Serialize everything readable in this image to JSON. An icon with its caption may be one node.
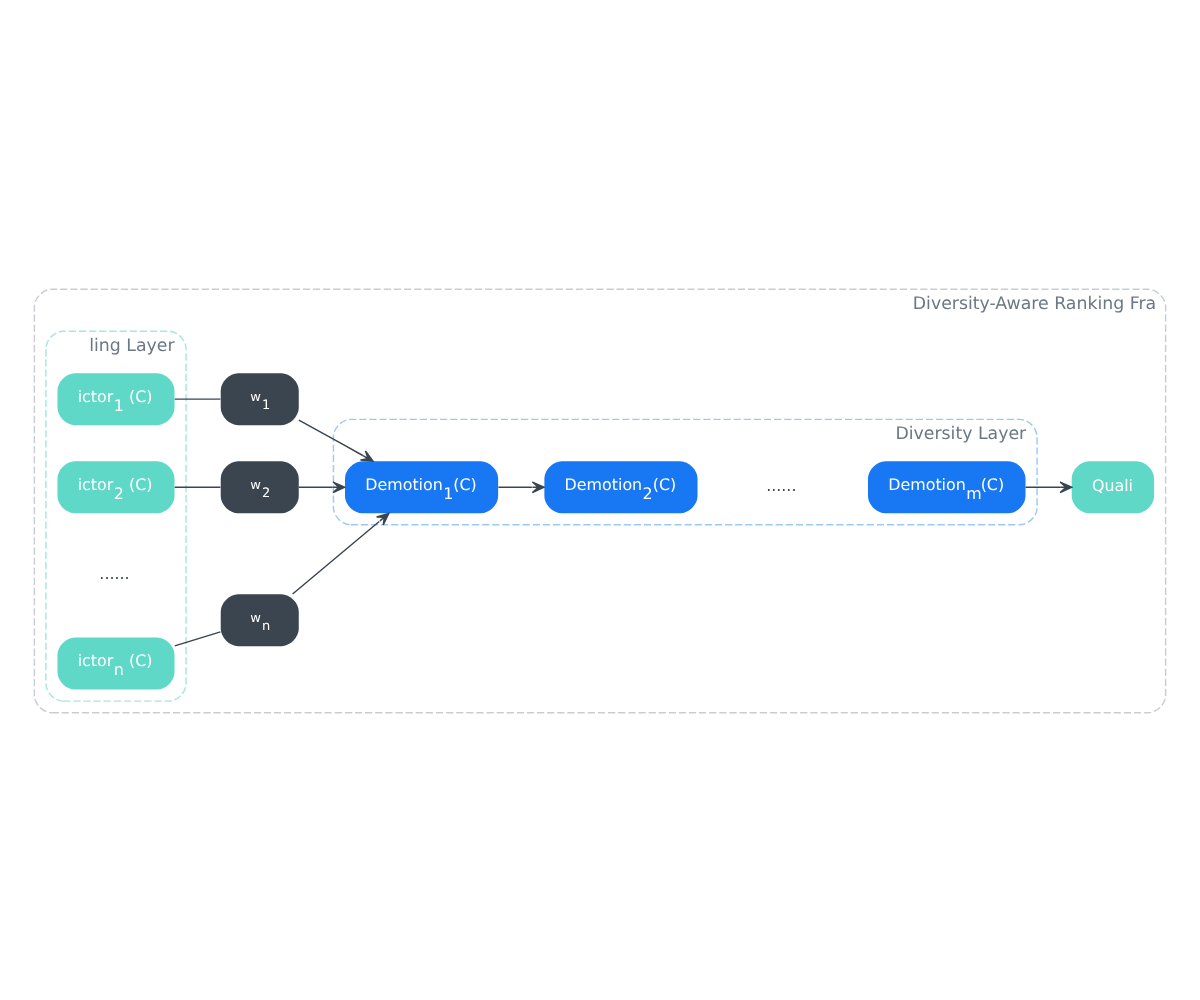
{
  "diagram": {
    "nodes": [
      {
        "text": [
          "Diversity-Aware Ranking Fra"
        ]
      },
      {
        "text": [
          "ling Layer"
        ],
        "in": 0
      },
      {
        "text": [
          "ictor$_{1}$ (C)"
        ],
        "in": 1
      },
      {
        "text": [
          "ictor$_{2}$ (C)"
        ],
        "in": 1
      },
      {
        "text": [
          "ictor$_{n}$ (C)"
        ],
        "in": 1
      },
      {
        "text": [
          "w$_{1}$"
        ],
        "in": 0
      },
      {
        "text": [
          "w$_{2}$"
        ],
        "in": 0
      },
      {
        "text": [
          "w$_{n}$"
        ],
        "in": 0
      },
      {
        "text": [
          "Diversity Layer"
        ],
        "in": 0
      },
      {
        "text": [
          "Demotion$_{1}$(C)"
        ],
        "in": 8
      },
      {
        "text": [
          "Demotion$_{2}$(C)"
        ],
        "in": 8
      },
      {
        "text": [
          "Demotion$_{m}$(C)"
        ],
        "in": 8
      },
      {
        "text": [
          "Quali"
        ],
        "in": 0
      }
    ],
    "edges": [
      {
        "from": 2,
        "to": 5,
        "arrow": "none"
      },
      {
        "from": 3,
        "to": 6,
        "arrow": "none"
      },
      {
        "from": 4,
        "to": 7,
        "arrow": "none"
      },
      {
        "from": 5,
        "to": 9,
        "arrow": "to"
      },
      {
        "from": 6,
        "to": 9,
        "arrow": "to"
      },
      {
        "from": 7,
        "to": 9,
        "arrow": "to"
      },
      {
        "from": 9,
        "to": 10,
        "arrow": "to"
      },
      {
        "from": 11,
        "to": 12,
        "arrow": "to"
      }
    ],
    "labels": [
      "......",
      "......"
    ]
  }
}
